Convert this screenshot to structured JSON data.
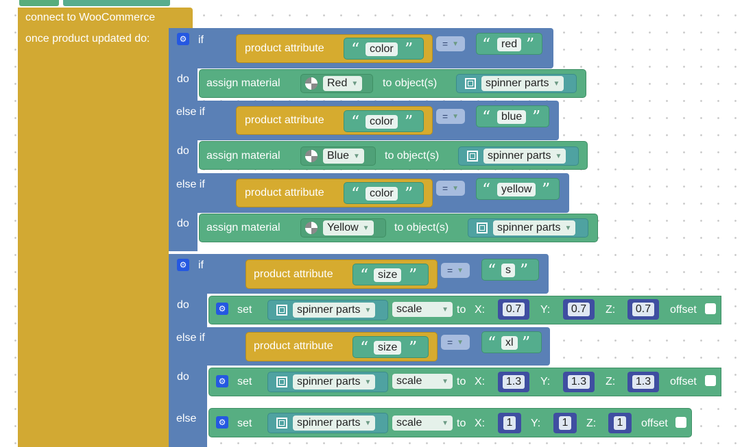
{
  "event": {
    "connect_label": "connect to WooCommerce",
    "trigger_label": "once product updated do:"
  },
  "keywords": {
    "if": "if",
    "do": "do",
    "else_if": "else if",
    "else": "else",
    "product_attribute": "product attribute",
    "assign_material": "assign material",
    "to_objects": "to object(s)",
    "set": "set",
    "to": "to",
    "x": "X:",
    "y": "Y:",
    "z": "Z:",
    "offset": "offset",
    "equals": "="
  },
  "color_branches": [
    {
      "attribute": "color",
      "value": "red",
      "material": "Red",
      "object": "spinner parts"
    },
    {
      "attribute": "color",
      "value": "blue",
      "material": "Blue",
      "object": "spinner parts"
    },
    {
      "attribute": "color",
      "value": "yellow",
      "material": "Yellow",
      "object": "spinner parts"
    }
  ],
  "size_branches": [
    {
      "attribute": "size",
      "value": "s",
      "object": "spinner parts",
      "property": "scale",
      "x": "0.7",
      "y": "0.7",
      "z": "0.7"
    },
    {
      "attribute": "size",
      "value": "xl",
      "object": "spinner parts",
      "property": "scale",
      "x": "1.3",
      "y": "1.3",
      "z": "1.3"
    }
  ],
  "size_else": {
    "object": "spinner parts",
    "property": "scale",
    "x": "1",
    "y": "1",
    "z": "1"
  },
  "colors": {
    "workspace": "#ffffff",
    "event_block": "#d2a933",
    "logic_block": "#5a80b6",
    "action_block": "#58ad7d",
    "number_block": "#3f4ea1",
    "gear": "#2558e1"
  }
}
